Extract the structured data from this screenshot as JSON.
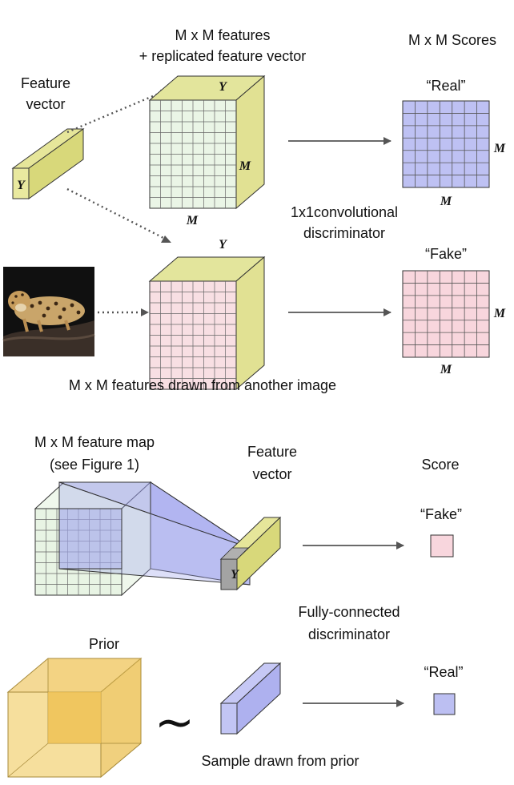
{
  "top": {
    "feature_vector_label": [
      "Feature",
      "vector"
    ],
    "mm_features_label": [
      "M x M features",
      "+ replicated feature vector"
    ],
    "mm_scores_label": "M x M Scores",
    "real_label": "“Real”",
    "fake_label": "“Fake”",
    "conv_label": [
      "1x1convolutional",
      "discriminator"
    ],
    "another_image_label": "M x M features drawn from another image",
    "y_symbol": "Y",
    "m_symbol": "M"
  },
  "bottom": {
    "feature_map_label": [
      "M x M feature map",
      "(see Figure 1)"
    ],
    "feature_vector_label": [
      "Feature",
      "vector"
    ],
    "score_label": "Score",
    "fake_label": "“Fake”",
    "real_label": "“Real”",
    "fc_label": [
      "Fully-connected",
      "discriminator"
    ],
    "prior_label": "Prior",
    "sample_label": "Sample drawn from prior",
    "tilde": "~",
    "y_symbol": "Y"
  },
  "colors": {
    "yellow": "#e4e493",
    "yellow_front": "#d6d676",
    "green_tint": "#e7f3e3",
    "pink_tint": "#f9d9df",
    "blue_tint": "#bcbff2",
    "gray": "#a3a3a3",
    "prior": "#f0c860"
  }
}
